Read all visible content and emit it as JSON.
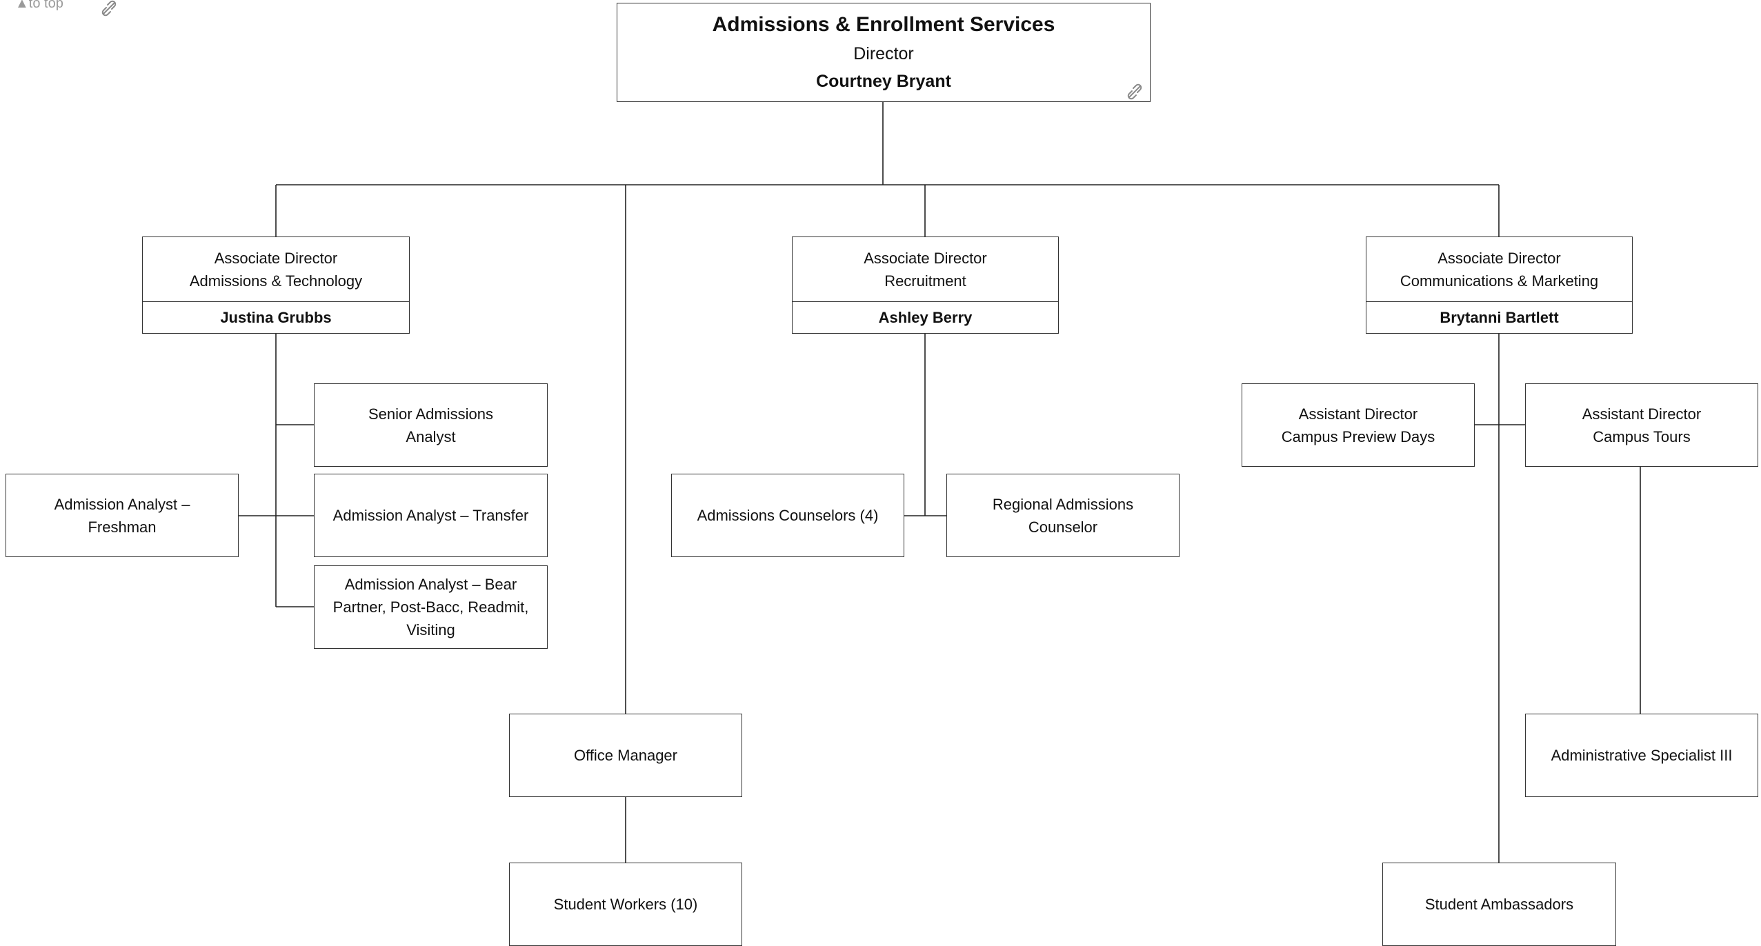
{
  "nav": {
    "to_top": "▲to top"
  },
  "top": {
    "unit": "Admissions & Enrollment Services",
    "role": "Director",
    "name": "Courtney Bryant"
  },
  "assoc_tech": {
    "title": "Associate Director\nAdmissions & Technology",
    "name": "Justina Grubbs"
  },
  "assoc_recruit": {
    "title": "Associate Director\nRecruitment",
    "name": "Ashley Berry"
  },
  "assoc_comm": {
    "title": "Associate Director\nCommunications & Marketing",
    "name": "Brytanni Bartlett"
  },
  "boxes": {
    "senior_analyst": "Senior Admissions\nAnalyst",
    "analyst_freshman": "Admission Analyst –\nFreshman",
    "analyst_transfer": "Admission Analyst – Transfer",
    "analyst_bear": "Admission Analyst – Bear\nPartner, Post-Bacc, Readmit,\nVisiting",
    "counselors": "Admissions Counselors (4)",
    "regional_counselor": "Regional Admissions\nCounselor",
    "asst_preview": "Assistant Director\nCampus Preview  Days",
    "asst_tours": "Assistant Director\nCampus Tours",
    "office_manager": "Office Manager",
    "admin_specialist": "Administrative Specialist III",
    "student_workers": "Student Workers (10)",
    "student_ambassadors": "Student Ambassadors"
  },
  "icons": {
    "link": "unlink-icon"
  }
}
